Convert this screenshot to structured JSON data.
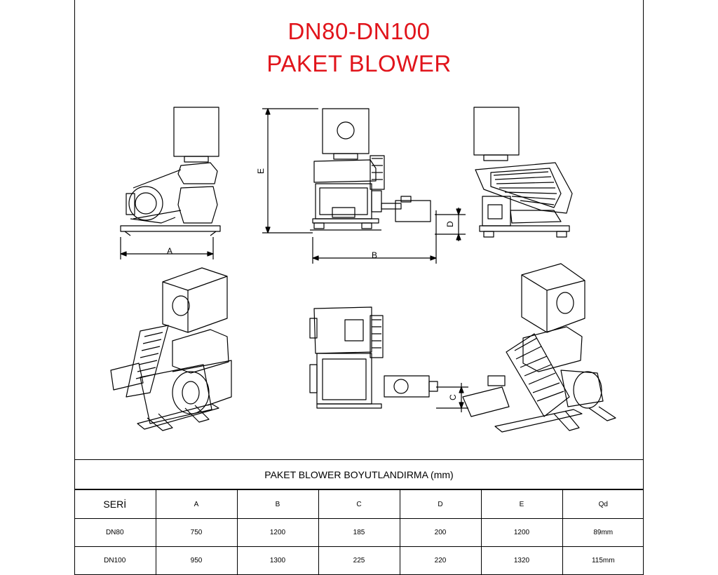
{
  "title_line1": "DN80-DN100",
  "title_line2": "PAKET BLOWER",
  "dimension_labels": {
    "a": "A",
    "b": "B",
    "c": "C",
    "d": "D",
    "e": "E"
  },
  "table": {
    "caption": "PAKET BLOWER BOYUTLANDIRMA (mm)",
    "headers": [
      "SERİ",
      "A",
      "B",
      "C",
      "D",
      "E",
      "Qd"
    ],
    "rows": [
      [
        "DN80",
        "750",
        "1200",
        "185",
        "200",
        "1200",
        "89mm"
      ],
      [
        "DN100",
        "950",
        "1300",
        "225",
        "220",
        "1320",
        "115mm"
      ]
    ]
  }
}
